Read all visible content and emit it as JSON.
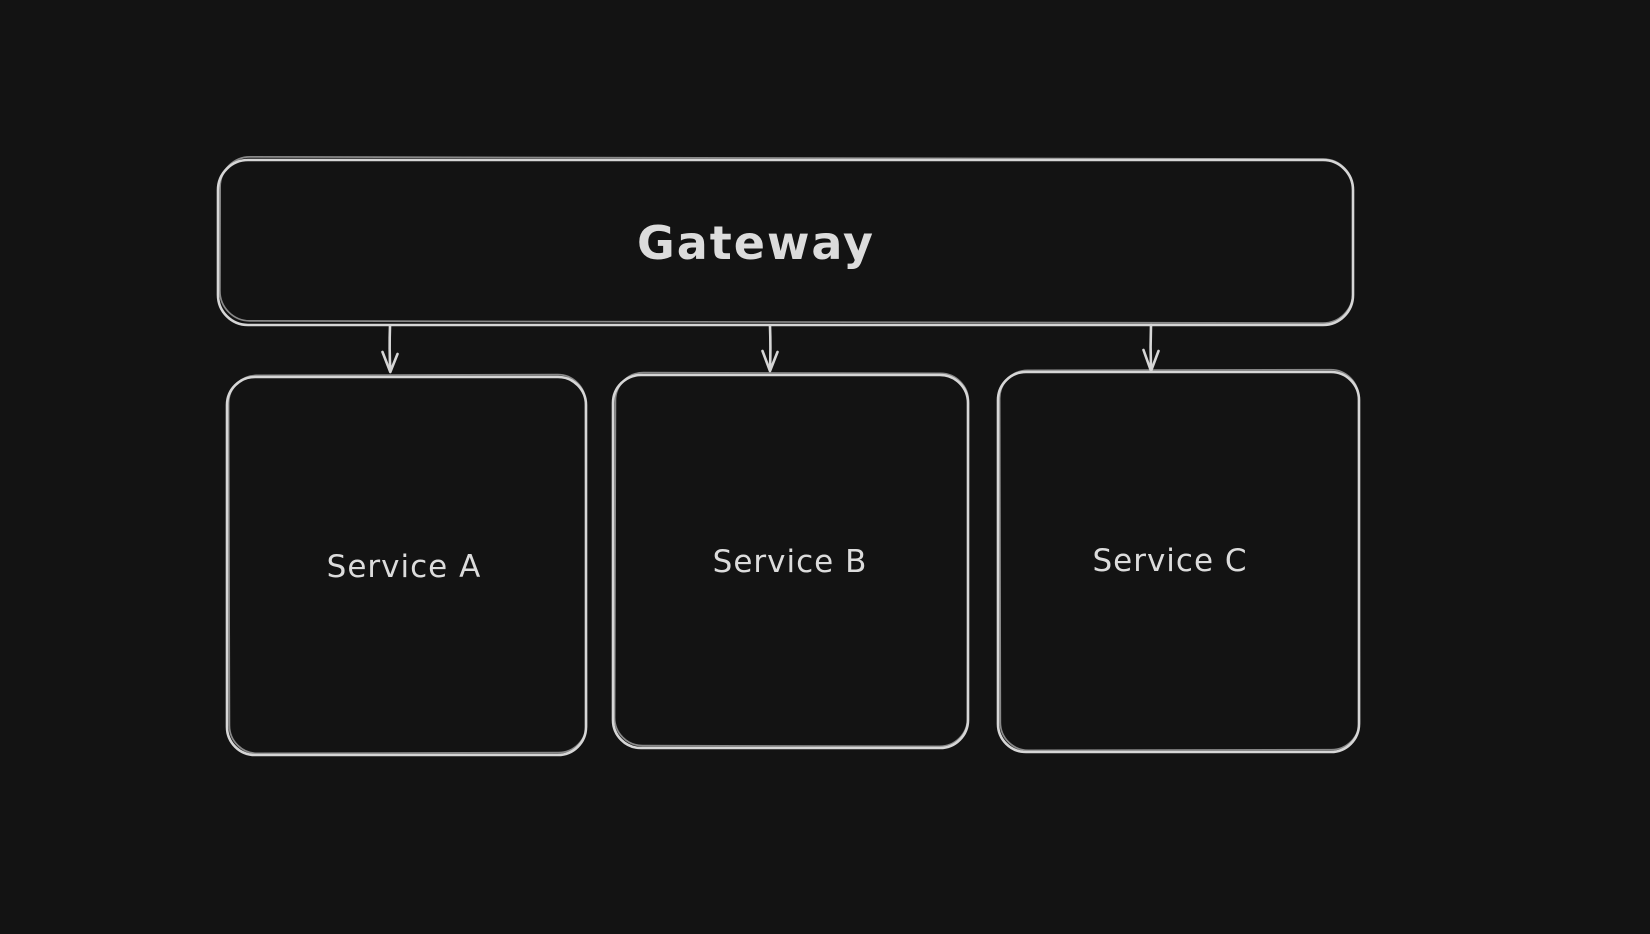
{
  "app": {
    "background": "#131313",
    "stroke_color": "#d6d6d6",
    "stroke_color_soft": "#ebebeb",
    "text_color": "#dcdcdc"
  },
  "diagram": {
    "nodes": [
      {
        "id": "gateway",
        "label": "Gateway"
      },
      {
        "id": "service-a",
        "label": "Service A"
      },
      {
        "id": "service-b",
        "label": "Service B"
      },
      {
        "id": "service-c",
        "label": "Service C"
      }
    ],
    "edges": [
      {
        "from": "Gateway",
        "to": "Service A"
      },
      {
        "from": "Gateway",
        "to": "Service B"
      },
      {
        "from": "Gateway",
        "to": "Service C"
      }
    ]
  }
}
